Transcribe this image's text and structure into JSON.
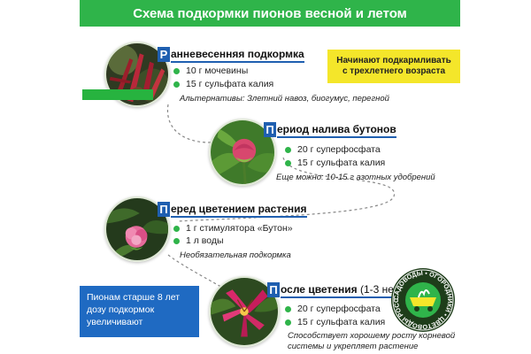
{
  "header": {
    "title": "Схема подкормки пионов весной и летом"
  },
  "colors": {
    "header": "#2fb44a",
    "accent_blue": "#1f5fb0",
    "bullet": "#2fb44a",
    "yellow": "#f4e62a"
  },
  "stages": [
    {
      "letter": "Р",
      "title": "анневесенняя подкормка",
      "subtitle": "",
      "items": [
        "10 г мочевины",
        "15 г сульфата калия"
      ],
      "note": "Альтернативы: Злетний навоз, биогумус, перегной"
    },
    {
      "letter": "П",
      "title": "ериод налива бутонов",
      "subtitle": "",
      "items": [
        "20 г суперфосфата",
        "15 г сульфата калия"
      ],
      "note": "Еще можно: 10-15 г азотных удобрений"
    },
    {
      "letter": "П",
      "title": "еред цветением растения",
      "subtitle": "",
      "items": [
        "1 г стимулятора «Бутон»",
        "1 л воды"
      ],
      "note": "Необязательная подкормка"
    },
    {
      "letter": "П",
      "title": "осле цветения ",
      "subtitle": "(1-3 недели)",
      "items": [
        "20 г суперфосфата",
        "15 г сульфата калия"
      ],
      "note_lines": [
        "Способствует хорошему росту корневой",
        "системы и укрепляет растение"
      ]
    }
  ],
  "yellow_box": {
    "text": "Начинают подкармливать\nс трехлетнего возраста"
  },
  "blue_box": {
    "text": "Пионам старше 8 лет\nдозу подкормок\nувеличивают"
  },
  "seal": {
    "ring_text": "САДОВОДЫ • ОГОРОДНИКИ • ЦВЕТОВОДЫ РОССИИ"
  },
  "icons": {
    "photos": [
      "peony-sprouts-photo",
      "peony-bud-photo",
      "peony-flower-photo",
      "lily-flower-photo"
    ],
    "seal": "gardeners-seal-icon"
  }
}
